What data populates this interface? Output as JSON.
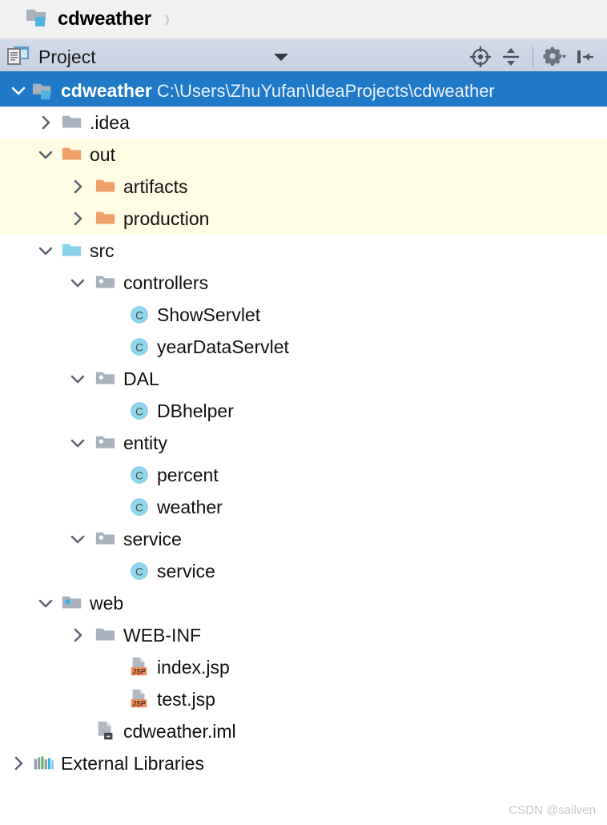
{
  "breadcrumb": {
    "icon": "module-folder-icon",
    "label": "cdweather",
    "separator": "›"
  },
  "project_panel": {
    "icon": "project-window-icon",
    "title": "Project",
    "view_dropdown_icon": "chevron-down-icon",
    "toolbar": [
      {
        "name": "locate-in-tree-button",
        "icon": "crosshair-target-icon"
      },
      {
        "name": "collapse-all-button",
        "icon": "collapse-all-icon"
      },
      {
        "name": "settings-button",
        "icon": "gear-icon"
      },
      {
        "name": "hide-panel-button",
        "icon": "hide-sidebar-icon"
      }
    ]
  },
  "colors": {
    "selection_blue": "#2079c7",
    "header_blue_underline": "#1e78bf",
    "excluded_yellow": "#fffde4",
    "folder_gray": "#a9b2bc",
    "folder_orange": "#f0a06a",
    "folder_source_blue": "#8ad2ea",
    "class_icon_blue": "#8fd4ea",
    "jsp_badge_orange": "#f08f5f"
  },
  "tree": {
    "rows": [
      {
        "label": "cdweather",
        "secondary": "C:\\Users\\ZhuYufan\\IdeaProjects\\cdweather",
        "depth": 0,
        "twisty": "expanded",
        "icon": "module-folder-icon",
        "state": "selected"
      },
      {
        "label": ".idea",
        "secondary": "",
        "depth": 1,
        "twisty": "collapsed",
        "icon": "folder-gray-icon",
        "state": "normal"
      },
      {
        "label": "out",
        "secondary": "",
        "depth": 1,
        "twisty": "expanded",
        "icon": "folder-orange-icon",
        "state": "excluded"
      },
      {
        "label": "artifacts",
        "secondary": "",
        "depth": 2,
        "twisty": "collapsed",
        "icon": "folder-orange-icon",
        "state": "excluded"
      },
      {
        "label": "production",
        "secondary": "",
        "depth": 2,
        "twisty": "collapsed",
        "icon": "folder-orange-icon",
        "state": "excluded"
      },
      {
        "label": "src",
        "secondary": "",
        "depth": 1,
        "twisty": "expanded",
        "icon": "folder-source-icon",
        "state": "normal"
      },
      {
        "label": "controllers",
        "secondary": "",
        "depth": 2,
        "twisty": "expanded",
        "icon": "package-icon",
        "state": "normal"
      },
      {
        "label": "ShowServlet",
        "secondary": "",
        "depth": 3,
        "twisty": "none",
        "icon": "java-class-icon",
        "state": "normal"
      },
      {
        "label": "yearDataServlet",
        "secondary": "",
        "depth": 3,
        "twisty": "none",
        "icon": "java-class-icon",
        "state": "normal"
      },
      {
        "label": "DAL",
        "secondary": "",
        "depth": 2,
        "twisty": "expanded",
        "icon": "package-icon",
        "state": "normal"
      },
      {
        "label": "DBhelper",
        "secondary": "",
        "depth": 3,
        "twisty": "none",
        "icon": "java-class-icon",
        "state": "normal"
      },
      {
        "label": "entity",
        "secondary": "",
        "depth": 2,
        "twisty": "expanded",
        "icon": "package-icon",
        "state": "normal"
      },
      {
        "label": "percent",
        "secondary": "",
        "depth": 3,
        "twisty": "none",
        "icon": "java-class-icon",
        "state": "normal"
      },
      {
        "label": "weather",
        "secondary": "",
        "depth": 3,
        "twisty": "none",
        "icon": "java-class-icon",
        "state": "normal"
      },
      {
        "label": "service",
        "secondary": "",
        "depth": 2,
        "twisty": "expanded",
        "icon": "package-icon",
        "state": "normal"
      },
      {
        "label": "service",
        "secondary": "",
        "depth": 3,
        "twisty": "none",
        "icon": "java-class-icon",
        "state": "normal"
      },
      {
        "label": "web",
        "secondary": "",
        "depth": 1,
        "twisty": "expanded",
        "icon": "folder-web-icon",
        "state": "normal"
      },
      {
        "label": "WEB-INF",
        "secondary": "",
        "depth": 2,
        "twisty": "collapsed",
        "icon": "folder-gray-icon",
        "state": "normal"
      },
      {
        "label": "index.jsp",
        "secondary": "",
        "depth": 3,
        "twisty": "none",
        "icon": "jsp-file-icon",
        "state": "normal"
      },
      {
        "label": "test.jsp",
        "secondary": "",
        "depth": 3,
        "twisty": "none",
        "icon": "jsp-file-icon",
        "state": "normal"
      },
      {
        "label": "cdweather.iml",
        "secondary": "",
        "depth": 2,
        "twisty": "none",
        "icon": "iml-file-icon",
        "state": "normal"
      },
      {
        "label": "External Libraries",
        "secondary": "",
        "depth": 0,
        "twisty": "collapsed",
        "icon": "libraries-icon",
        "state": "normal"
      }
    ]
  },
  "watermark": {
    "text": "CSDN @sailven"
  }
}
